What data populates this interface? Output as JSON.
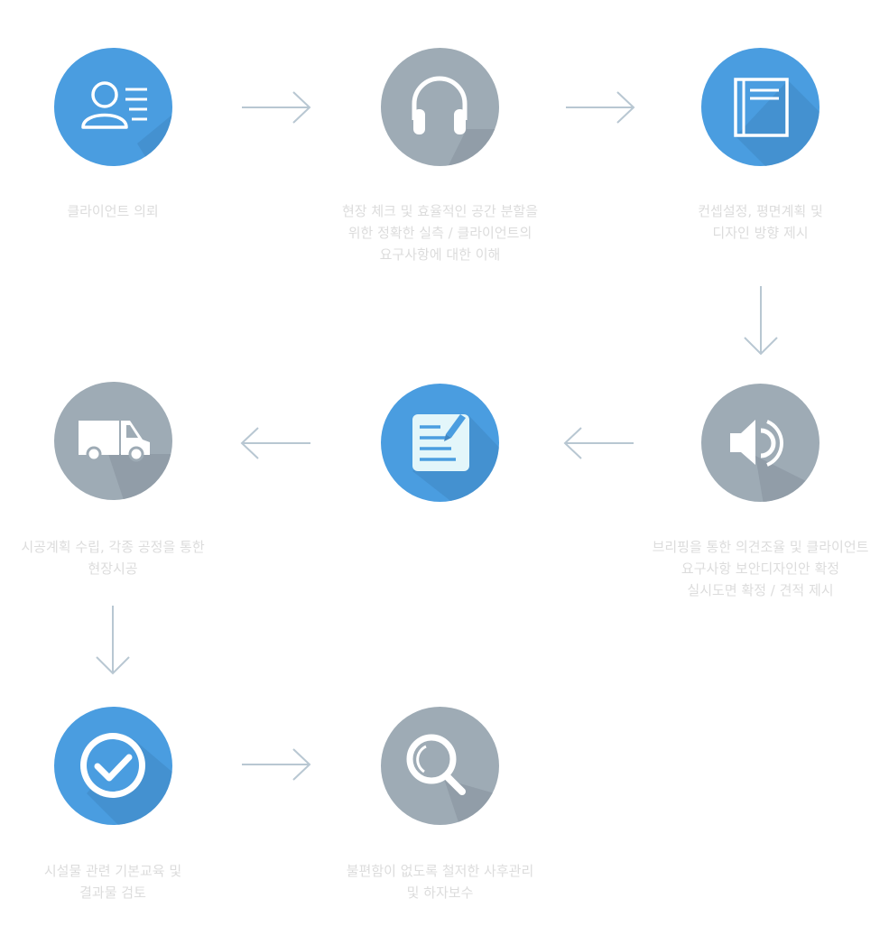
{
  "steps": [
    {
      "icon": "client-icon",
      "color": "#4a9de0",
      "label": "클라이언트 의뢰"
    },
    {
      "icon": "headphones-icon",
      "color": "#9eabb5",
      "label": "현장 체크 및 효율적인 공간 분할을\n위한 정확한 실측 / 클라이언트의\n요구사항에 대한 이해"
    },
    {
      "icon": "book-icon",
      "color": "#4a9de0",
      "label": "컨셉설정, 평면계획 및\n디자인 방향 제시"
    },
    {
      "icon": "speaker-icon",
      "color": "#9eabb5",
      "label": "브리핑을 통한 의견조율 및 클라이언트\n요구사항 보안디자인안 확정\n실시도면 확정 / 견적 제시"
    },
    {
      "icon": "document-edit-icon",
      "color": "#4a9de0",
      "label": ""
    },
    {
      "icon": "truck-icon",
      "color": "#9eabb5",
      "label": "시공계획 수립, 각종 공정을 통한\n현장시공"
    },
    {
      "icon": "check-icon",
      "color": "#4a9de0",
      "label": "시설물 관련 기본교육 및\n결과물 검토"
    },
    {
      "icon": "search-icon",
      "color": "#9eabb5",
      "label": "불편함이 없도록 철저한 사후관리\n및 하자보수"
    }
  ]
}
